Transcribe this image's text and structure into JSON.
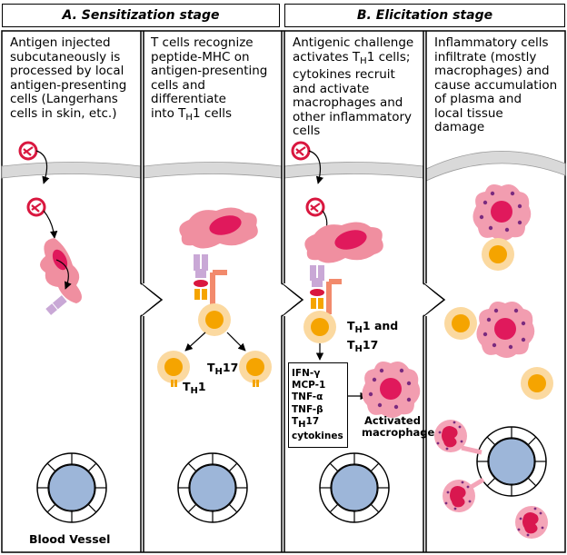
{
  "stages": {
    "sensitization": "A. Sensitization stage",
    "elicitation": "B. Elicitation stage"
  },
  "panels": {
    "p1": [
      "Antigen injected",
      "subcutaneously is",
      "processed by local",
      "antigen-presenting",
      "cells (Langerhans",
      "cells in skin, etc.)"
    ],
    "p2": {
      "lines": [
        "T cells recognize",
        "peptide-MHC on",
        "antigen-presenting",
        "cells and",
        "differentiate"
      ],
      "last_prefix": "into T",
      "last_sub": "H",
      "last_suffix": "1 cells"
    },
    "p3": {
      "line1": "Antigenic challenge",
      "line2_prefix": "activates T",
      "line2_sub": "H",
      "line2_suffix": "1 cells;",
      "rest": [
        "cytokines recruit",
        "and activate",
        "macrophages and",
        "other inflammatory",
        "cells"
      ]
    },
    "p4": [
      "Inflammatory cells",
      "infiltrate (mostly",
      "macrophages) and",
      "cause accumulation",
      "of plasma and",
      "local tissue",
      "damage"
    ]
  },
  "labels": {
    "blood_vessel": "Blood Vessel",
    "th1_prefix": "T",
    "th1_sub": "H",
    "th1_suffix": "1",
    "th17_prefix": "T",
    "th17_sub": "H",
    "th17_suffix": "17",
    "th_and_prefix": "T",
    "th_and_sub": "H",
    "th_and_suffix": "1 and",
    "th_and2_prefix": "T",
    "th_and2_sub": "H",
    "th_and2_suffix": "17",
    "activated_macrophage": [
      "Activated",
      "macrophage"
    ]
  },
  "cytokines": {
    "items": [
      "IFN-γ",
      "MCP-1",
      "TNF-α",
      "TNF-β"
    ],
    "th17_prefix": "T",
    "th17_sub": "H",
    "th17_suffix": "17",
    "last": "cytokines"
  },
  "colors": {
    "skin": "#d9d9d9",
    "apc": "#f08fa0",
    "apc_nucleus": "#e0195c",
    "tcell_outer": "#fbd9a0",
    "tcell_inner": "#f5a400",
    "mhc": "#c9a8d6",
    "tcr": "#f28a6c",
    "antigen": "#d9173f",
    "vessel": "#9db6d9",
    "macrophage": "#f29db0",
    "macrophage_dot": "#7a2b7f",
    "neutrophil_nucleus": "#d9174f"
  }
}
